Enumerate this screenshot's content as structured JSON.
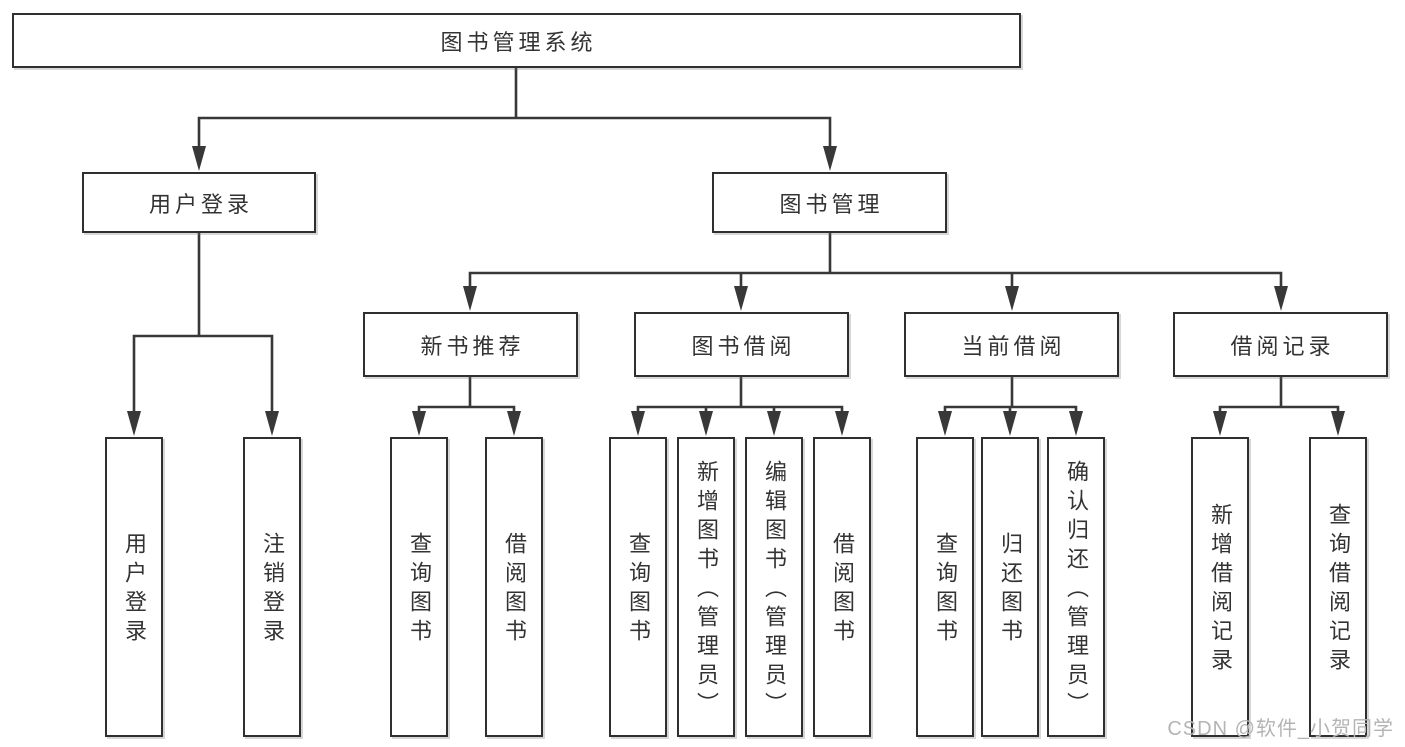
{
  "diagram_type": "hierarchy-tree",
  "tree": {
    "label": "图书管理系统",
    "children": [
      {
        "label": "用户登录",
        "children": [
          {
            "label": "用户登录"
          },
          {
            "label": "注销登录"
          }
        ]
      },
      {
        "label": "图书管理",
        "children": [
          {
            "label": "新书推荐",
            "children": [
              {
                "label": "查询图书"
              },
              {
                "label": "借阅图书"
              }
            ]
          },
          {
            "label": "图书借阅",
            "children": [
              {
                "label": "查询图书"
              },
              {
                "label": "新增图书（管理员）"
              },
              {
                "label": "编辑图书（管理员）"
              },
              {
                "label": "借阅图书"
              }
            ]
          },
          {
            "label": "当前借阅",
            "children": [
              {
                "label": "查询图书"
              },
              {
                "label": "归还图书"
              },
              {
                "label": "确认归还（管理员）"
              }
            ]
          },
          {
            "label": "借阅记录",
            "children": [
              {
                "label": "新增借阅记录"
              },
              {
                "label": "查询借阅记录"
              }
            ]
          }
        ]
      }
    ]
  },
  "watermark": {
    "text": "CSDN @软件_小贺同学"
  },
  "colors": {
    "background": "#ffffff",
    "line": "#383838",
    "box_border": "#2f2f2f",
    "text": "#333333",
    "watermark": "#b4b4b4"
  }
}
